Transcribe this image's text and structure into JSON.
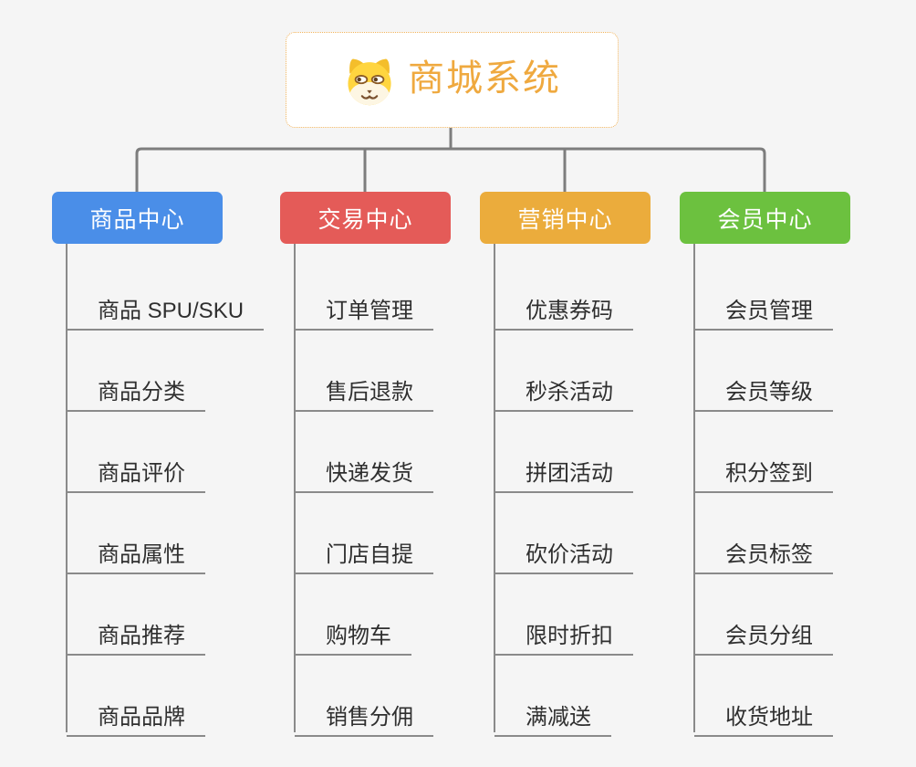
{
  "root": {
    "title": "商城系统",
    "icon": "dog-face-icon",
    "title_color": "#efa93f",
    "border_color": "#f0b35c"
  },
  "line_color": "#7d7d7d",
  "background_color": "#f5f5f5",
  "branches": [
    {
      "id": "product-center",
      "label": "商品中心",
      "color": "#4a8ee8",
      "children": [
        "商品 SPU/SKU",
        "商品分类",
        "商品评价",
        "商品属性",
        "商品推荐",
        "商品品牌"
      ]
    },
    {
      "id": "trade-center",
      "label": "交易中心",
      "color": "#e45b58",
      "children": [
        "订单管理",
        "售后退款",
        "快递发货",
        "门店自提",
        "购物车",
        "销售分佣"
      ]
    },
    {
      "id": "marketing-center",
      "label": "营销中心",
      "color": "#ebac3c",
      "children": [
        "优惠券码",
        "秒杀活动",
        "拼团活动",
        "砍价活动",
        "限时折扣",
        "满减送"
      ]
    },
    {
      "id": "member-center",
      "label": "会员中心",
      "color": "#6cc13f",
      "children": [
        "会员管理",
        "会员等级",
        "积分签到",
        "会员标签",
        "会员分组",
        "收货地址"
      ]
    }
  ]
}
